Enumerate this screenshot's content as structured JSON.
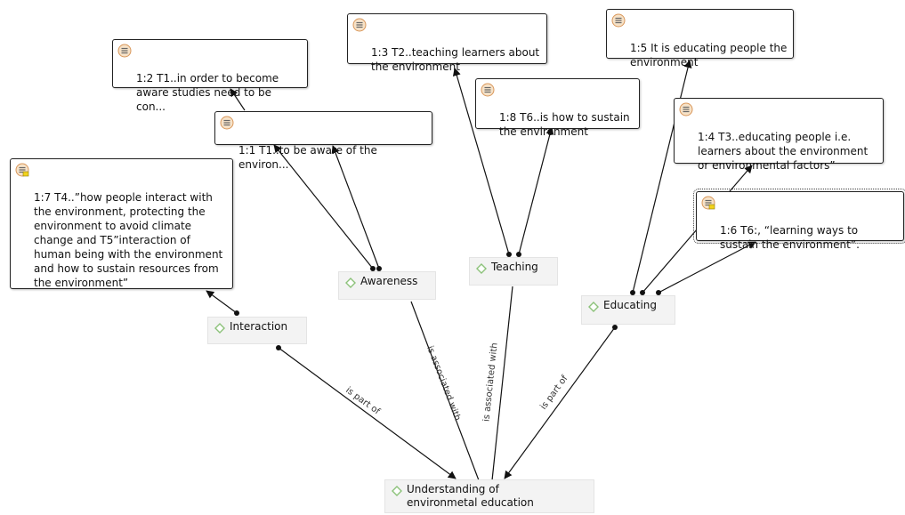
{
  "colors": {
    "code_icon": "#8cc27a",
    "quote_icon_fill": "#f6e2c8",
    "quote_icon_stroke": "#d9975a",
    "comment_marker": "#f2d21c",
    "edge": "#111111"
  },
  "quotations": {
    "q12": "1:2 T1..in order to become aware studies need to be con...",
    "q11": "1:1 T1..to be aware of the environ...",
    "q13": "1:3 T2..teaching learners about the environment",
    "q18": "1:8 T6..is how to sustain the environment",
    "q15": "1:5 It is educating people the environment",
    "q14": "1:4 T3..educating people i.e. learners about the environment or environmental factors”",
    "q16": "1:6 T6:, “learning ways to sustain the environment”.",
    "q17": "1:7 T4..”how people interact with the environment, protecting the environment to avoid climate change and T5”interaction of human being with the environment and how to sustain resources from the environment”"
  },
  "codes": {
    "interaction": "Interaction",
    "awareness": "Awareness",
    "teaching": "Teaching",
    "educating": "Educating",
    "understanding": "Understanding of environmetal education"
  },
  "relations": {
    "interaction_to_understanding": "is part of",
    "awareness_to_understanding": "is associated with",
    "teaching_to_understanding": "is associated with",
    "educating_to_understanding": "is part of"
  }
}
